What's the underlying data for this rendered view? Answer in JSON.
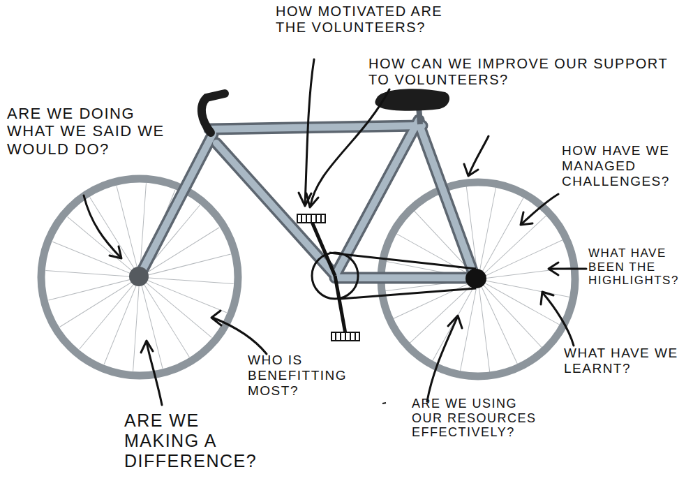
{
  "diagram": {
    "labels": [
      "HOW MOTIVATED ARE THE VOLUNTEERS?",
      "HOW CAN WE IMPROVE OUR SUPPORT TO VOLUNTEERS?",
      "ARE WE DOING WHAT WE SAID WE WOULD DO?",
      "HOW HAVE WE MANAGED CHALLENGES?",
      "WHAT HAVE BEEN THE HIGHLIGHTS?",
      "WHO IS BENEFITTING MOST?",
      "WHAT HAVE WE LEARNT?",
      "ARE WE MAKING A DIFFERENCE?",
      "ARE WE USING OUR RESOURCES EFFECTIVELY?"
    ]
  }
}
